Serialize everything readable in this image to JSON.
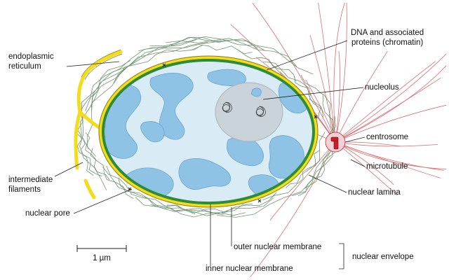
{
  "labels": {
    "endoplasmic_reticulum": [
      "endoplasmic",
      "reticulum"
    ],
    "intermediate_filaments": [
      "intermediate",
      "filaments"
    ],
    "nuclear_pore": "nuclear pore",
    "dna_chromatin": [
      "DNA and associated",
      "proteins (chromatin)"
    ],
    "nucleolus": "nucleolus",
    "centrosome": "centrosome",
    "microtubule": "microtubule",
    "nuclear_lamina": "nuclear lamina",
    "outer_nuclear_membrane": "outer nuclear membrane",
    "inner_nuclear_membrane": "inner nuclear membrane",
    "nuclear_envelope": "nuclear envelope",
    "scale_bar": "1 µm"
  },
  "colors": {
    "outer_membrane": "#f3dc1a",
    "inner_membrane": "#2e8b3a",
    "nucleoplasm": "#d9ecf6",
    "chromatin": "#8ec3e6",
    "nucleolus": "#c9d3d9",
    "intermediate_filament": "#4f7a52",
    "microtubule": "#d2535b",
    "centrosome": "#c8202a"
  },
  "icons": {
    "centrosome": "centrosome-icon",
    "nucleolus": "nucleolus-icon"
  }
}
